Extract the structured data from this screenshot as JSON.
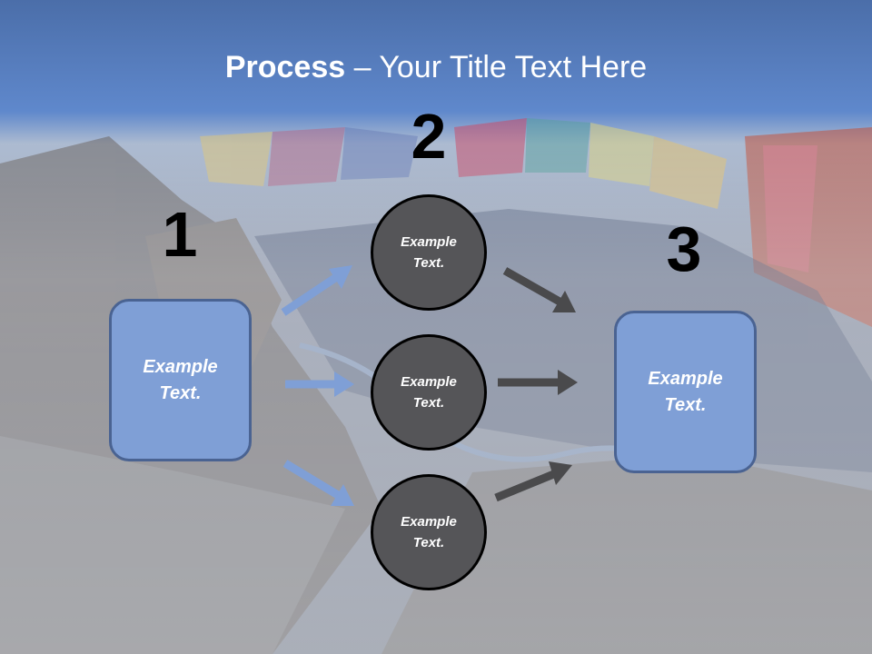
{
  "slide": {
    "title_bold": "Process",
    "title_rest": " – Your Title Text Here"
  },
  "steps": {
    "step1_number": "1",
    "step2_number": "2",
    "step3_number": "3"
  },
  "nodes": {
    "left_box": "Example\nText.",
    "right_box": "Example\nText.",
    "circle_top": "Example\nText.",
    "circle_middle": "Example\nText.",
    "circle_bottom": "Example\nText."
  },
  "colors": {
    "title_band": "#5b83c4",
    "box_fill": "#7f9fd6",
    "box_border": "#4a6392",
    "circle_fill": "#555558",
    "arrow_blue": "#7f9fd6",
    "arrow_dark": "#4a4a4c"
  }
}
